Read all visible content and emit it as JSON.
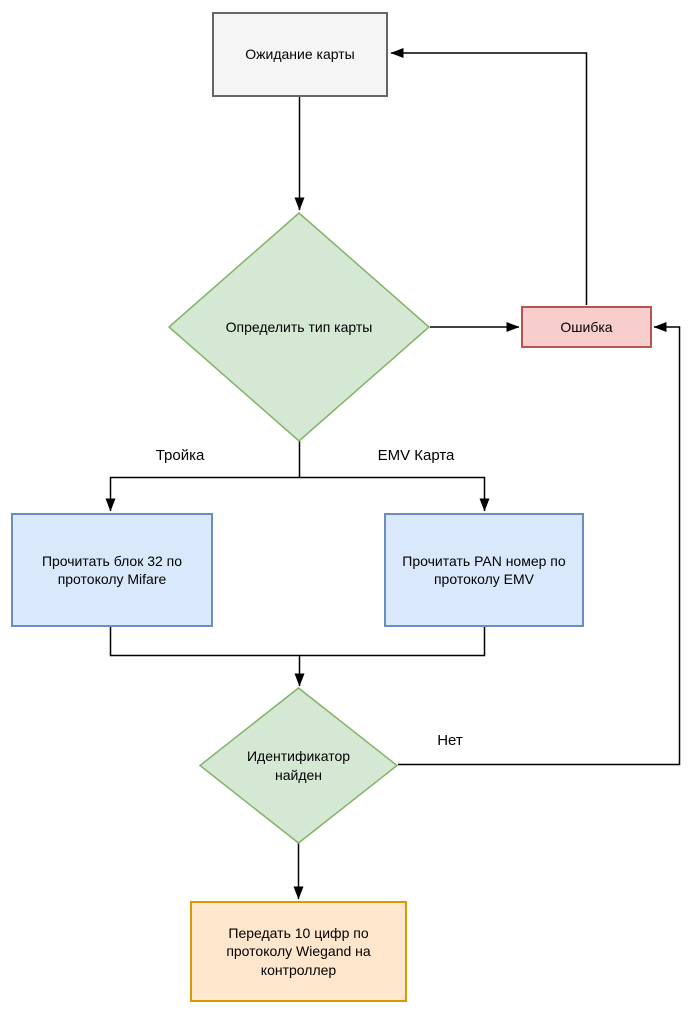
{
  "diagram": {
    "type": "flowchart",
    "language": "ru",
    "connector_color": "#000000",
    "nodes": {
      "wait_card": {
        "label": "Ожидание карты",
        "shape": "rectangle",
        "fill": "#f5f5f5",
        "border": "#666666"
      },
      "detect_type": {
        "label": "Определить тип карты",
        "shape": "diamond",
        "fill": "#d5e8d4",
        "border": "#82b366"
      },
      "error": {
        "label": "Ошибка",
        "shape": "rectangle",
        "fill": "#f8cecc",
        "border": "#b85450"
      },
      "read_block": {
        "label": "Прочитать блок 32 по протоколу Mifare",
        "shape": "rectangle",
        "fill": "#dae8fc",
        "border": "#6c8ebf"
      },
      "read_pan": {
        "label": "Прочитать PAN номер по протоколу EMV",
        "shape": "rectangle",
        "fill": "#dae8fc",
        "border": "#6c8ebf"
      },
      "id_found": {
        "label": "Идентификатор найден",
        "shape": "diamond",
        "fill": "#d5e8d4",
        "border": "#82b366"
      },
      "send_wiegand": {
        "label": "Передать 10 цифр по протоколу Wiegand на контроллер",
        "shape": "rectangle",
        "fill": "#ffe6cc",
        "border": "#d79b00"
      }
    },
    "edge_labels": {
      "troika": "Тройка",
      "emv_card": "EMV Карта",
      "no": "Нет"
    }
  }
}
